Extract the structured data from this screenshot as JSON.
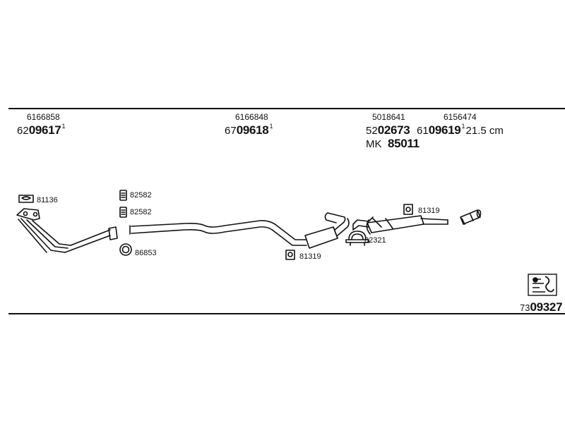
{
  "header_parts": [
    {
      "small": "6166858",
      "prefix": "62",
      "code": "09617",
      "sup": "1",
      "extra": ""
    },
    {
      "small": "6166848",
      "prefix": "67",
      "code": "09618",
      "sup": "1",
      "extra": ""
    },
    {
      "small": "5018641",
      "prefix": "52",
      "code": "02673",
      "sup": "",
      "extra": ""
    },
    {
      "small": "6156474",
      "prefix": "61",
      "code": "09619",
      "sup": "1",
      "extra": "21.5 cm"
    }
  ],
  "mk": {
    "prefix": "MK",
    "code": "85011"
  },
  "part_labels": {
    "clamp_front": "81136",
    "gasket_a": "82582",
    "gasket_b": "82582",
    "ring_front": "86853",
    "rubber_mid": "81319",
    "clamp_rear": "82321",
    "rubber_rear": "81319"
  },
  "footer": {
    "prefix": "73",
    "code": "09327"
  },
  "icons": {
    "info_box": "tools-icon"
  }
}
